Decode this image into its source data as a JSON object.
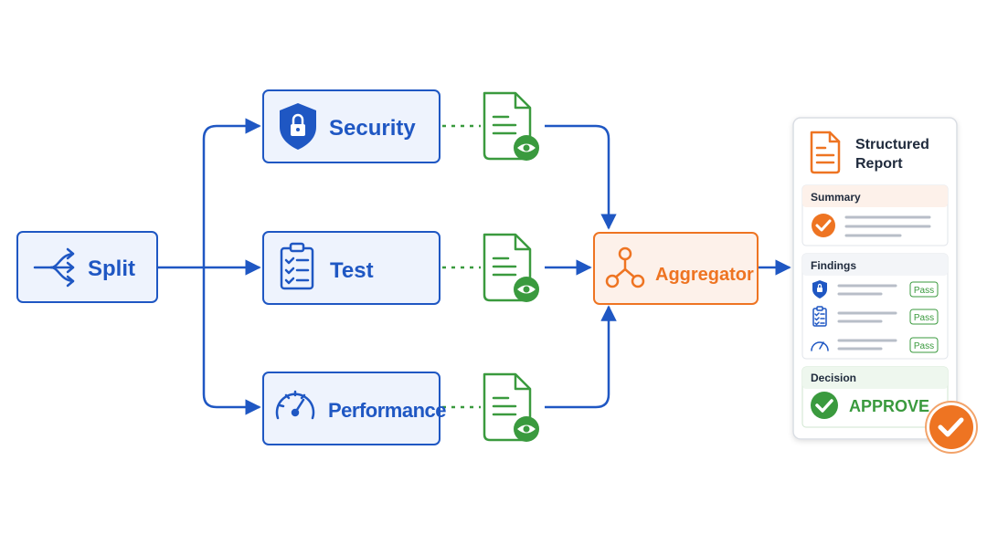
{
  "nodes": {
    "split": "Split",
    "security": "Security",
    "test": "Test",
    "performance": "Performance",
    "aggregator": "Aggregator"
  },
  "report": {
    "title_line1": "Structured",
    "title_line2": "Report",
    "summary_label": "Summary",
    "findings_label": "Findings",
    "findings": [
      {
        "icon": "shield-lock-icon",
        "status": "Pass"
      },
      {
        "icon": "clipboard-checklist-icon",
        "status": "Pass"
      },
      {
        "icon": "gauge-icon",
        "status": "Pass"
      }
    ],
    "decision_label": "Decision",
    "decision_value": "APPROVE"
  },
  "colors": {
    "blue": "#1f57c3",
    "blue_fill": "#eef3fd",
    "green": "#3a9a3e",
    "orange": "#ee7422",
    "orange_fill": "#fdf1ea"
  }
}
